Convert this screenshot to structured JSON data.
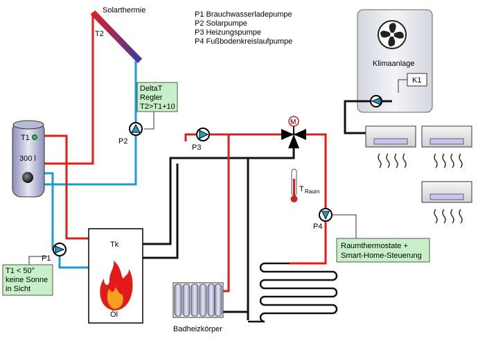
{
  "labels": {
    "solar": "Solarthermie",
    "t2": "T2",
    "t1": "T1",
    "volume": "300 l",
    "tk": "Tk",
    "oel": "Öl",
    "heizkoerper": "Badheizkörper",
    "klima": "Klimaanlage",
    "k1": "K1",
    "m": "M",
    "traum_t": "T",
    "traum_sub": "Raum"
  },
  "legend": [
    "P1 Brauchwasserladepumpe",
    "P2 Solarpumpe",
    "P3 Heizungspumpe",
    "P4 Fußbodenkreislaufpumpe"
  ],
  "pumps": {
    "p1": "P1",
    "p2": "P2",
    "p3": "P3",
    "p4": "P4"
  },
  "boxes": {
    "delta": [
      "DeltaT",
      "Regler",
      "T2>T1+10"
    ],
    "t1cond": [
      "T1 < 50°",
      "keine Sonne",
      "in Sicht"
    ],
    "raum": [
      "Raumthermostate +",
      "Smart-Home-Steuerung"
    ]
  },
  "colors": {
    "hot": "#e21a1a",
    "cold": "#1b9bd1",
    "return": "#111111",
    "controller_box": "#c8f0c8"
  }
}
